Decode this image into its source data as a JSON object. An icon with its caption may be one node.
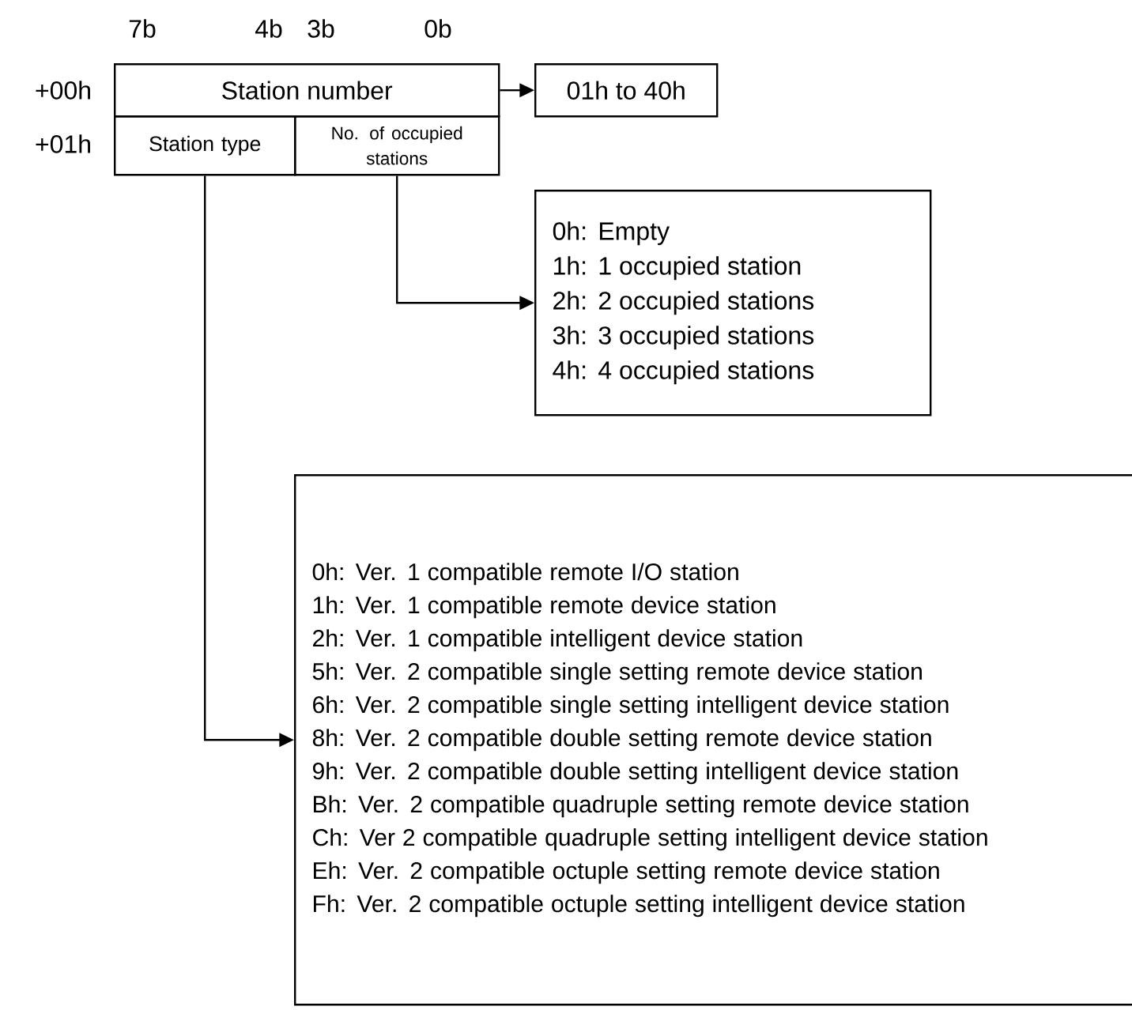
{
  "diagram": {
    "nodes": [
      {
        "text": [
          "Station number"
        ]
      },
      {
        "text": [
          "Station type"
        ]
      },
      {
        "text": [
          "No. of occupied stations"
        ]
      },
      {
        "text": [
          "01h to 40h"
        ]
      },
      {
        "text": [
          "0h: Empty",
          "1h: 1 occupied station",
          "2h: 2 occupied stations",
          "3h: 3 occupied stations",
          "4h: 4 occupied stations"
        ]
      },
      {
        "text": [
          "0h: Ver. 1 compatible remote I/O station",
          "1h: Ver. 1 compatible remote device station",
          "2h: Ver. 1 compatible intelligent device station",
          "5h: Ver. 2 compatible single setting remote device station",
          "6h: Ver. 2 compatible single setting intelligent device station",
          "8h: Ver. 2 compatible double setting remote device station",
          "9h: Ver. 2 compatible double setting intelligent device station",
          "Bh: Ver. 2 compatible quadruple setting remote device station",
          "Ch: Ver 2 compatible quadruple setting intelligent device station",
          "Eh: Ver. 2 compatible octuple setting remote device station",
          "Fh: Ver. 2 compatible octuple setting intelligent device station"
        ]
      }
    ],
    "edges": [
      {
        "from": 0,
        "to": 3,
        "arrow": "to"
      },
      {
        "from": 2,
        "to": 4,
        "arrow": "to"
      },
      {
        "from": 1,
        "to": 5,
        "arrow": "to"
      }
    ],
    "labels": [
      "7b",
      "4b",
      "3b",
      "0b",
      "+00h",
      "+01h"
    ]
  }
}
